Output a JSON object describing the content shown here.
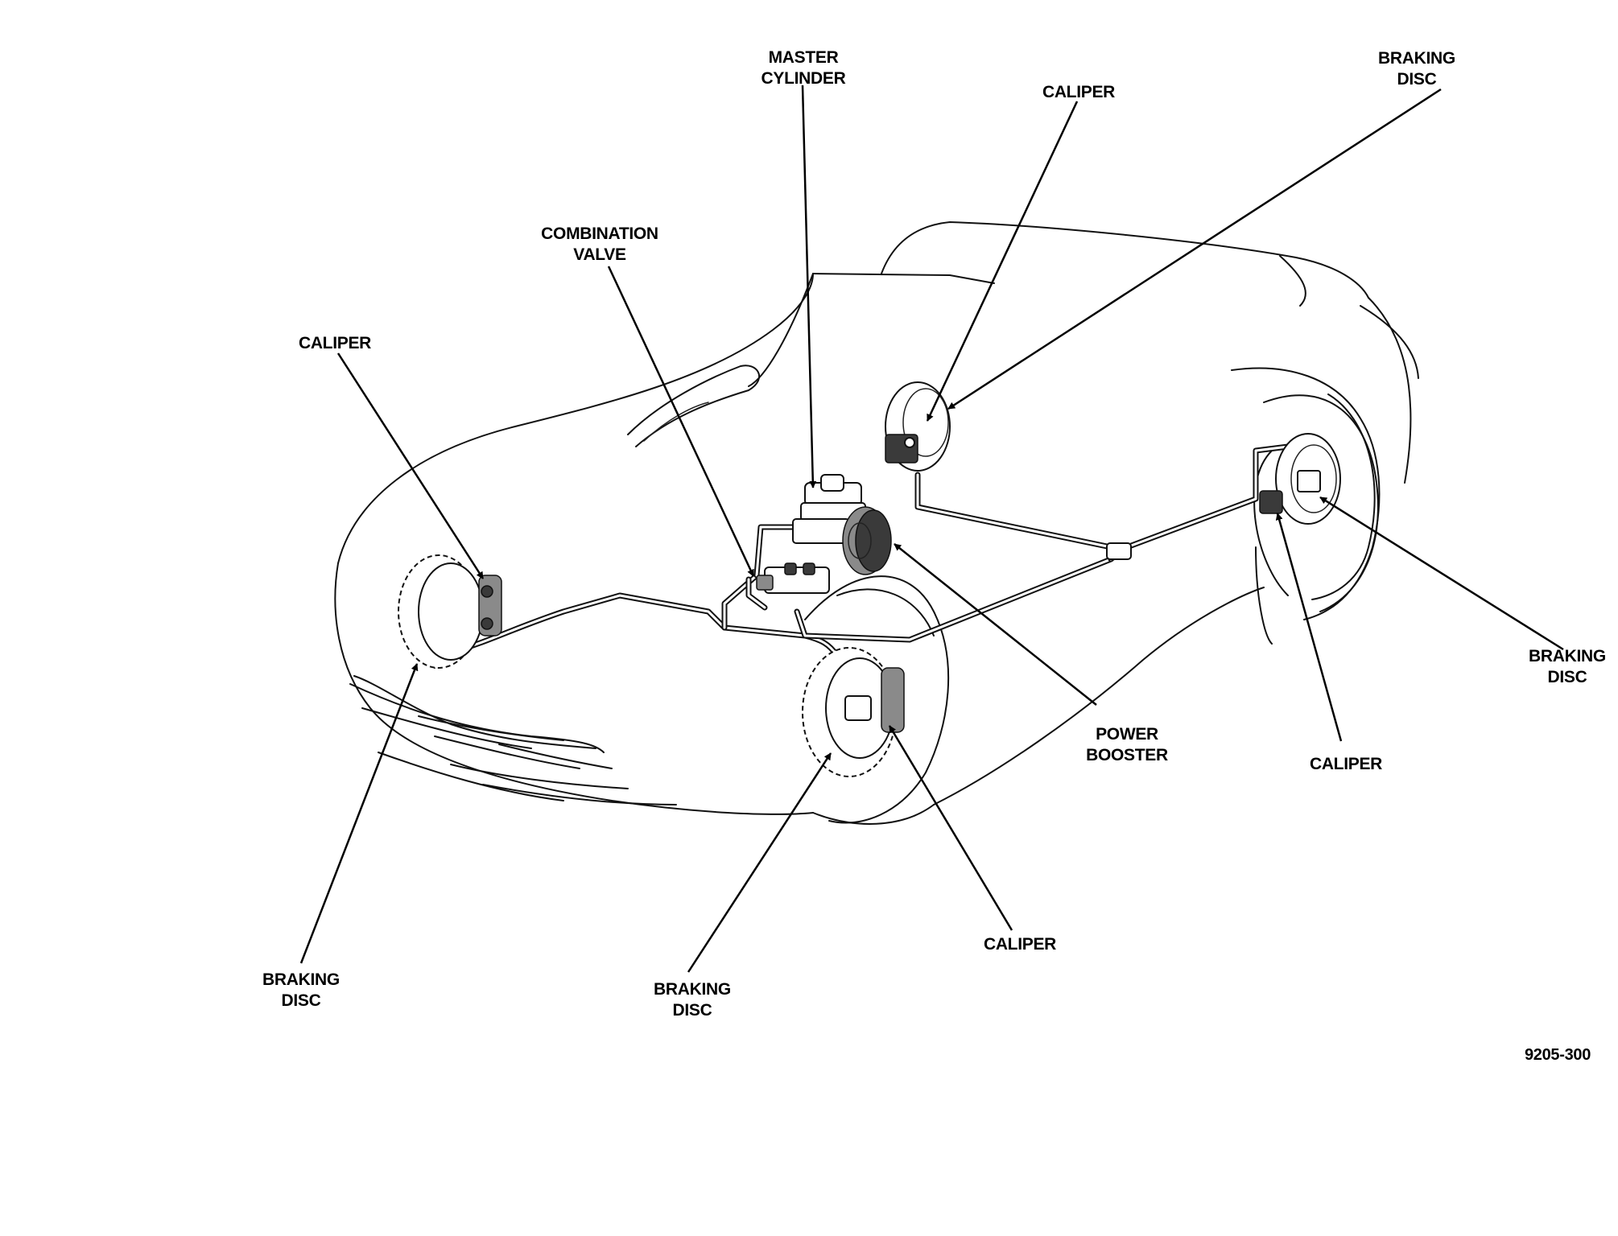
{
  "labels": {
    "master_cylinder": [
      "MASTER",
      "CYLINDER"
    ],
    "caliper_rear_left": [
      "CALIPER"
    ],
    "braking_disc_rear_left": [
      "BRAKING",
      "DISC"
    ],
    "combination_valve": [
      "COMBINATION",
      "VALVE"
    ],
    "caliper_front_left": [
      "CALIPER"
    ],
    "braking_disc_rear_right": [
      "BRAKING",
      "DISC"
    ],
    "power_booster": [
      "POWER",
      "BOOSTER"
    ],
    "caliper_rear_right": [
      "CALIPER"
    ],
    "caliper_front_right": [
      "CALIPER"
    ],
    "braking_disc_front_left": [
      "BRAKING",
      "DISC"
    ],
    "braking_disc_front_right": [
      "BRAKING",
      "DISC"
    ]
  },
  "figure_number": "9205-300"
}
